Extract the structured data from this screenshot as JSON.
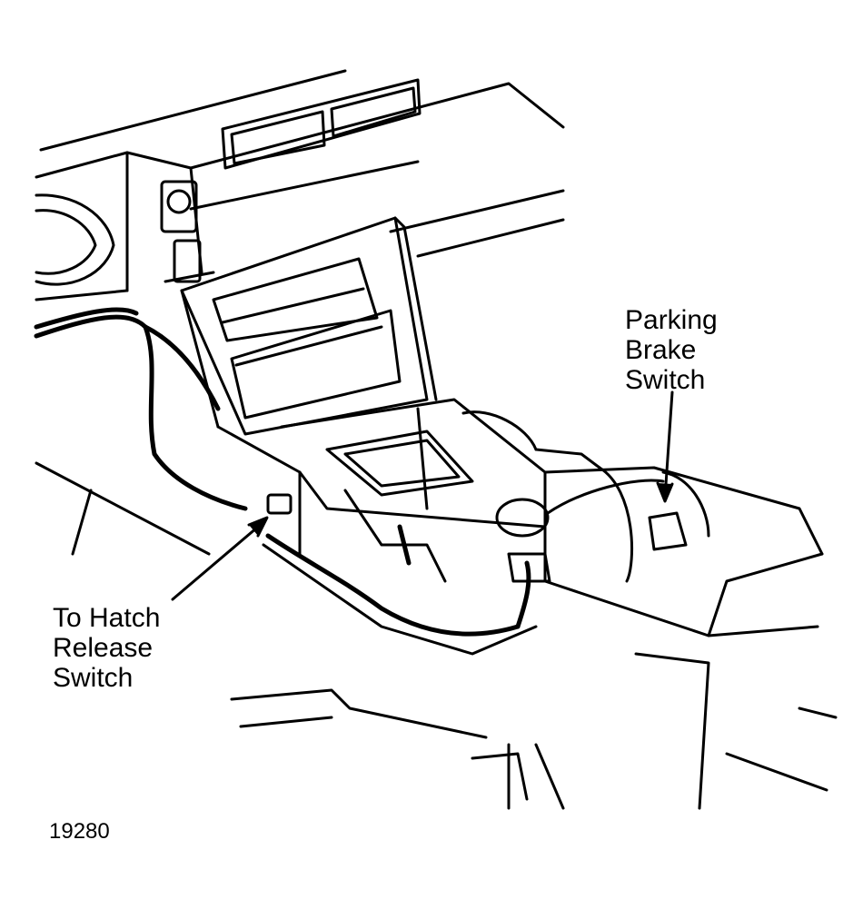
{
  "colors": {
    "ink": "#000000",
    "paper": "#ffffff"
  },
  "labels": {
    "parking_brake_switch": [
      "Parking",
      "Brake",
      "Switch"
    ],
    "hatch_release_switch": [
      "To Hatch",
      "Release",
      "Switch"
    ]
  },
  "figure_number": "19280"
}
